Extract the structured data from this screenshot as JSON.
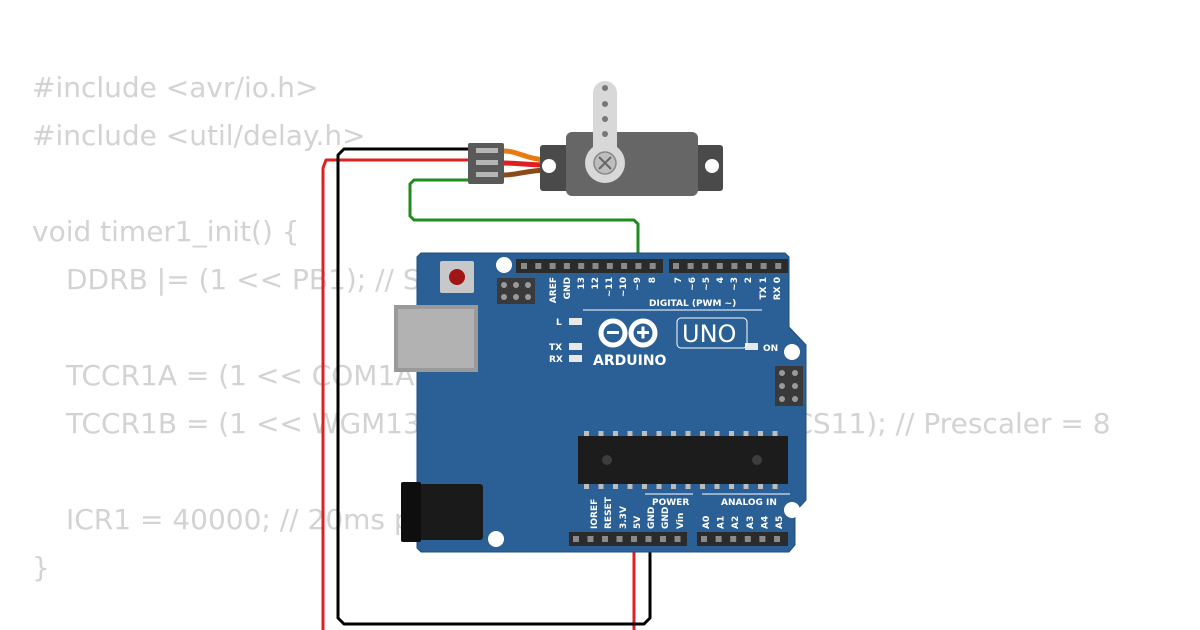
{
  "code_lines": [
    "#include <avr/io.h>",
    "#include <util/delay.h>",
    "",
    "void timer1_init() {",
    "DDRB |= (1 << PB1); // Set PB1 (OC1A) as output",
    "",
    "TCCR1A = (1 << COM1A1) | (1 << WGM11);",
    "TCCR1B = (1 << WGM13) | (1 << WGM12) | (1 << CS11); // Prescaler = 8",
    "",
    "ICR1 = 40000; // 20ms period",
    "}"
  ],
  "board": {
    "brand": "ARDUINO",
    "model": "UNO",
    "digital_header": "DIGITAL (PWM ~)",
    "power_header": "POWER",
    "analog_header": "ANALOG IN",
    "led_l": "L",
    "led_tx": "TX",
    "led_rx": "RX",
    "led_on": "ON",
    "digital_pins": [
      "AREF",
      "GND",
      "13",
      "12",
      "~11",
      "~10",
      "~9",
      "8",
      "7",
      "~6",
      "~5",
      "4",
      "~3",
      "2",
      "TX 1",
      "RX 0"
    ],
    "power_pins": [
      "IOREF",
      "RESET",
      "3.3V",
      "5V",
      "GND",
      "GND",
      "Vin"
    ],
    "analog_pins": [
      "A0",
      "A1",
      "A2",
      "A3",
      "A4",
      "A5"
    ]
  },
  "colors": {
    "board": "#2a6096",
    "wire_5v": "#e02020",
    "wire_gnd": "#000000",
    "wire_signal": "#1e8c1e",
    "servo_body": "#666666",
    "servo_wire_orange": "#e87a10",
    "servo_wire_red": "#e02020",
    "servo_wire_brown": "#8a4a1a"
  }
}
